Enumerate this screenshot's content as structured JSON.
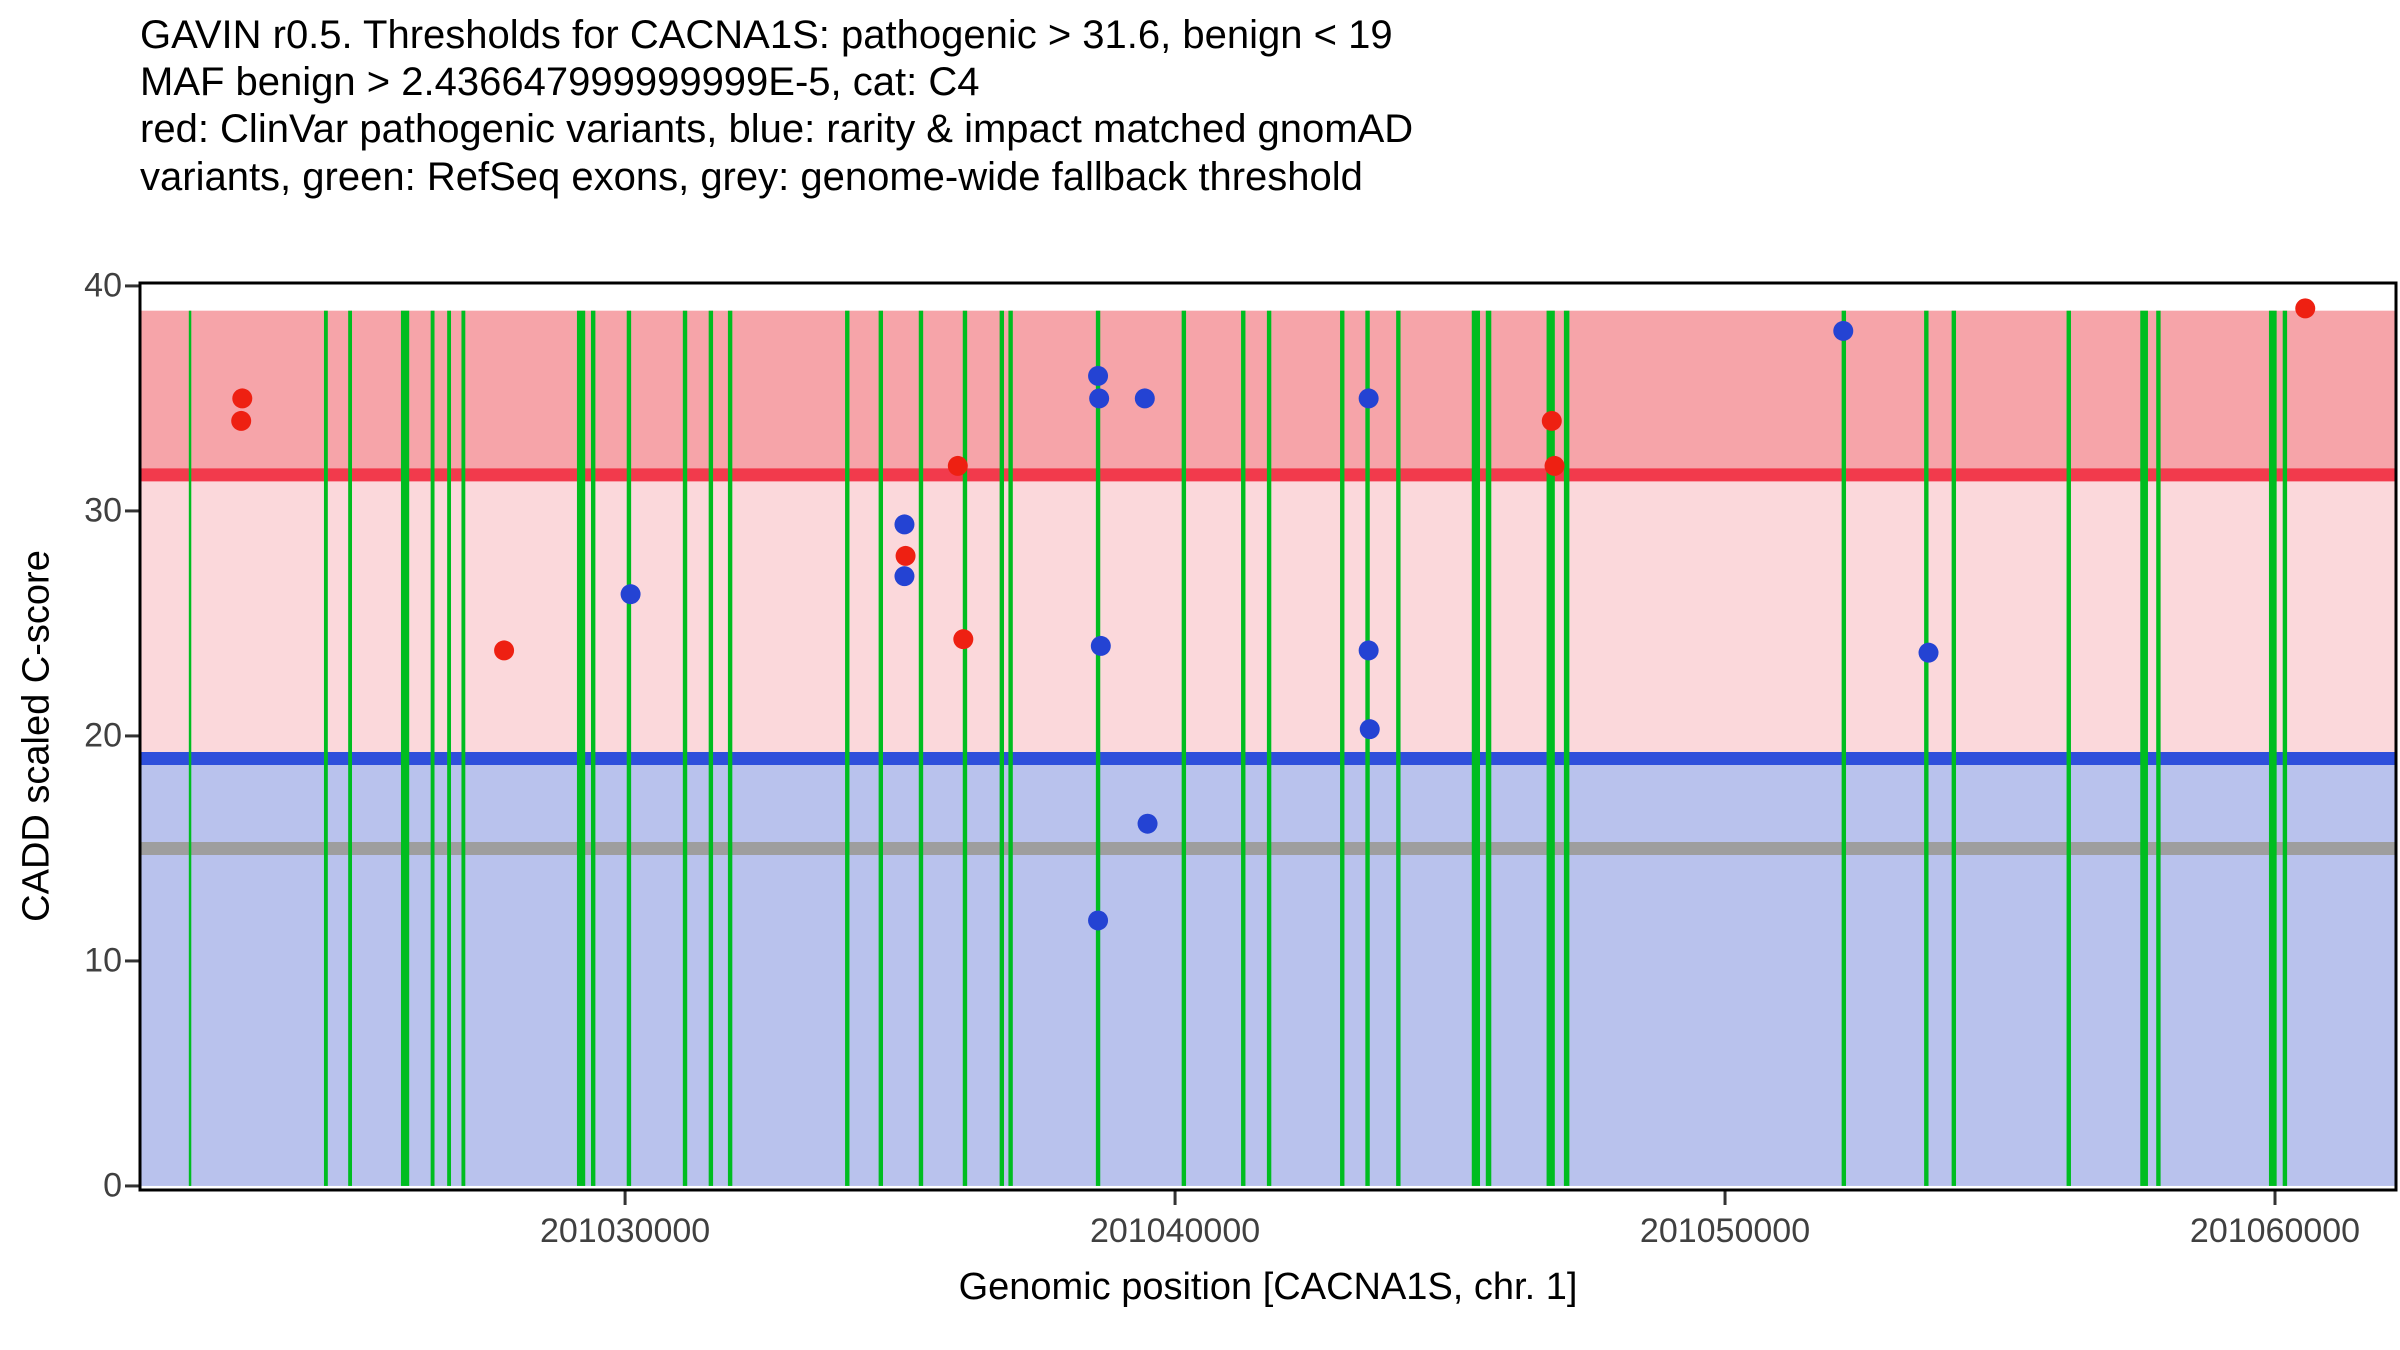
{
  "title": {
    "line1": "GAVIN r0.5. Thresholds for CACNA1S: pathogenic > 31.6, benign < 19",
    "line2": "MAF benign > 2.436647999999999E-5, cat: C4",
    "line3": "red: ClinVar pathogenic variants, blue: rarity & impact matched gnomAD",
    "line4": "variants, green: RefSeq exons, grey: genome-wide fallback threshold"
  },
  "chart_data": {
    "type": "scatter",
    "title": "GAVIN r0.5. Thresholds for CACNA1S",
    "xlabel": "Genomic position [CACNA1S, chr. 1]",
    "ylabel": "CADD scaled C-score",
    "x_range": [
      201021180,
      201062200
    ],
    "y_range": [
      -0.18,
      40.13
    ],
    "x_ticks": [
      201030000,
      201040000,
      201050000,
      201060000
    ],
    "x_tick_labels": [
      "201030000",
      "201040000",
      "201050000",
      "201060000"
    ],
    "y_ticks": [
      0,
      10,
      20,
      30,
      40
    ],
    "y_tick_labels": [
      "0",
      "10",
      "20",
      "30",
      "40"
    ],
    "grid": "off",
    "legend": "none",
    "thresholds": {
      "pathogenic": 31.6,
      "benign": 19,
      "genome_wide_fallback": 15,
      "maf_benign": "2.436647999999999E-5",
      "category": "C4"
    },
    "bands": [
      {
        "name": "pathogenic-band",
        "from": 31.6,
        "to": 38.9,
        "color": "#f6a4a9"
      },
      {
        "name": "uncertain-band",
        "from": 19,
        "to": 31.6,
        "color": "#fbd8db"
      },
      {
        "name": "benign-band",
        "from": 0,
        "to": 19,
        "color": "#b9c2ed"
      }
    ],
    "hlines": [
      {
        "name": "pathogenic-threshold-line",
        "y": 31.6,
        "color": "#f23a4c",
        "width": 13
      },
      {
        "name": "benign-threshold-line",
        "y": 19,
        "color": "#2e4fdb",
        "width": 13
      },
      {
        "name": "fallback-threshold-line",
        "y": 15,
        "color": "#9e9e9e",
        "width": 13
      }
    ],
    "exon_color": "#00bd20",
    "exon_top": 38.9,
    "point_radius": 10,
    "exons": [
      {
        "pos": 201022090,
        "w": 45
      },
      {
        "pos": 201024560,
        "w": 70
      },
      {
        "pos": 201025000,
        "w": 70
      },
      {
        "pos": 201026000,
        "w": 150
      },
      {
        "pos": 201026500,
        "w": 70
      },
      {
        "pos": 201026800,
        "w": 70
      },
      {
        "pos": 201027060,
        "w": 70
      },
      {
        "pos": 201029200,
        "w": 150
      },
      {
        "pos": 201029420,
        "w": 80
      },
      {
        "pos": 201030070,
        "w": 80
      },
      {
        "pos": 201031090,
        "w": 80
      },
      {
        "pos": 201031560,
        "w": 80
      },
      {
        "pos": 201031910,
        "w": 80
      },
      {
        "pos": 201034040,
        "w": 80
      },
      {
        "pos": 201034650,
        "w": 80
      },
      {
        "pos": 201035380,
        "w": 80
      },
      {
        "pos": 201036180,
        "w": 80
      },
      {
        "pos": 201036850,
        "w": 80
      },
      {
        "pos": 201037010,
        "w": 80
      },
      {
        "pos": 201038600,
        "w": 80
      },
      {
        "pos": 201040160,
        "w": 80
      },
      {
        "pos": 201041240,
        "w": 80
      },
      {
        "pos": 201041710,
        "w": 80
      },
      {
        "pos": 201043040,
        "w": 80
      },
      {
        "pos": 201043500,
        "w": 80
      },
      {
        "pos": 201044060,
        "w": 80
      },
      {
        "pos": 201045470,
        "w": 150
      },
      {
        "pos": 201045700,
        "w": 100
      },
      {
        "pos": 201046830,
        "w": 150
      },
      {
        "pos": 201047120,
        "w": 100
      },
      {
        "pos": 201052160,
        "w": 80
      },
      {
        "pos": 201053660,
        "w": 80
      },
      {
        "pos": 201054160,
        "w": 80
      },
      {
        "pos": 201056250,
        "w": 80
      },
      {
        "pos": 201057620,
        "w": 140
      },
      {
        "pos": 201057880,
        "w": 80
      },
      {
        "pos": 201059960,
        "w": 140
      },
      {
        "pos": 201060180,
        "w": 80
      }
    ],
    "series": [
      {
        "key": "clinvar-pathogenic",
        "name": "ClinVar pathogenic variants",
        "color": "#ee2012",
        "points": [
          [
            201023040,
            35
          ],
          [
            201023020,
            34
          ],
          [
            201027800,
            23.8
          ],
          [
            201035100,
            28
          ],
          [
            201036050,
            32
          ],
          [
            201036150,
            24.3
          ],
          [
            201046850,
            34
          ],
          [
            201046900,
            32
          ],
          [
            201060550,
            39
          ]
        ]
      },
      {
        "key": "gnomad-matched",
        "name": "rarity & impact matched gnomAD variants",
        "color": "#2443d3",
        "points": [
          [
            201030100,
            26.3
          ],
          [
            201035080,
            29.4
          ],
          [
            201035080,
            27.1
          ],
          [
            201038600,
            36
          ],
          [
            201038620,
            35
          ],
          [
            201038650,
            24
          ],
          [
            201038600,
            11.8
          ],
          [
            201039450,
            35
          ],
          [
            201039500,
            16.1
          ],
          [
            201043520,
            35
          ],
          [
            201043520,
            23.8
          ],
          [
            201043540,
            20.3
          ],
          [
            201052150,
            38
          ],
          [
            201053700,
            23.7
          ]
        ]
      }
    ]
  }
}
